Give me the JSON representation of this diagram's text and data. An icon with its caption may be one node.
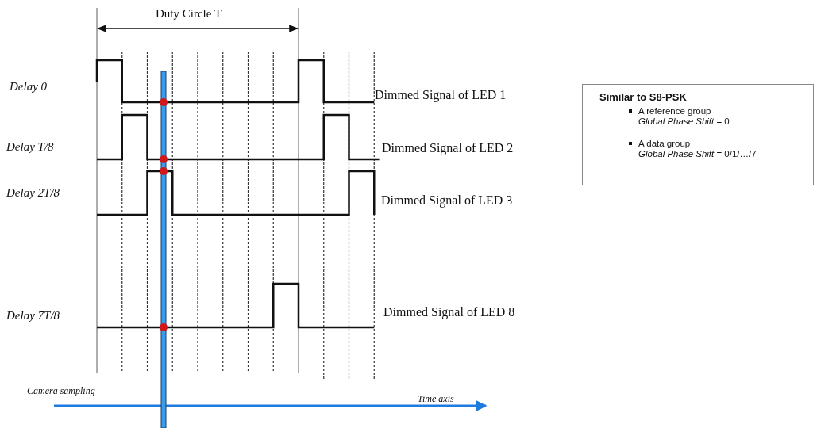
{
  "diagram": {
    "nodes": [
      {
        "text": [
          "Similar to S8-PSK",
          "A reference group",
          "*Global Phase Shift* = 0",
          "A data group",
          "*Global Phase Shift* = 0/1/…/7"
        ]
      }
    ],
    "labels": [
      "Duty Circle T",
      "Delay 0",
      "Dimmed Signal of LED 1",
      "Delay T/8",
      "Dimmed Signal of LED 2",
      "Delay 2T/8",
      "Dimmed Signal of LED 3",
      "Delay 7T/8",
      "Dimmed Signal of LED 8",
      "Camera sampling",
      "Time axis"
    ]
  }
}
